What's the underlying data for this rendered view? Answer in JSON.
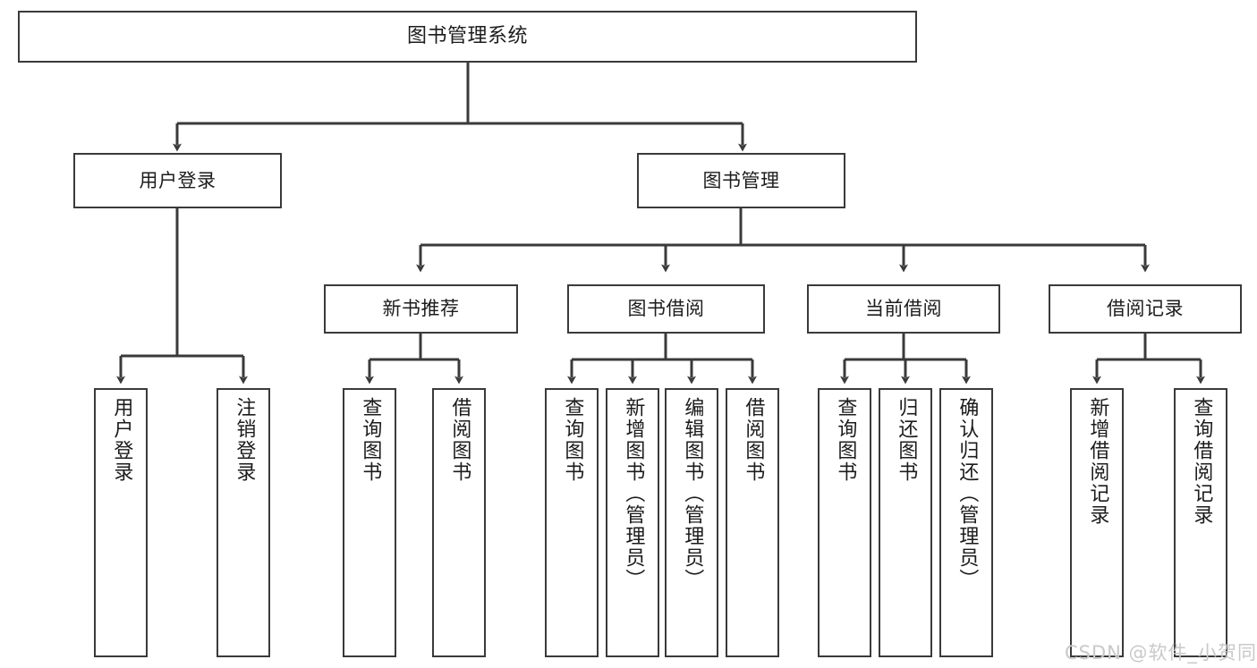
{
  "diagram": {
    "type": "tree",
    "title": "图书管理系统",
    "watermark": "CSDN @软件_小贺同学",
    "colors": {
      "background": "#ffffff",
      "node_border": "#3a3a3a",
      "node_fill": "#ffffff",
      "edge": "#3a3a3a",
      "text": "#1c1c1c",
      "watermark": "#c9c9c9"
    },
    "nodes": {
      "root": {
        "label": "图书管理系统"
      },
      "level2": [
        {
          "label": "用户登录"
        },
        {
          "label": "图书管理"
        }
      ],
      "level3": [
        {
          "label": "新书推荐"
        },
        {
          "label": "图书借阅"
        },
        {
          "label": "当前借阅"
        },
        {
          "label": "借阅记录"
        }
      ],
      "leaves": {
        "user_login": [
          {
            "label": "用户登录"
          },
          {
            "label": "注销登录"
          }
        ],
        "new_book": [
          {
            "label": "查询图书"
          },
          {
            "label": "借阅图书"
          }
        ],
        "book_borrow": [
          {
            "label": "查询图书"
          },
          {
            "label": "新增图书（管理员）"
          },
          {
            "label": "编辑图书（管理员）"
          },
          {
            "label": "借阅图书"
          }
        ],
        "current_borrow": [
          {
            "label": "查询图书"
          },
          {
            "label": "归还图书"
          },
          {
            "label": "确认归还（管理员）"
          }
        ],
        "borrow_record": [
          {
            "label": "新增借阅记录"
          },
          {
            "label": "查询借阅记录"
          }
        ]
      }
    }
  }
}
